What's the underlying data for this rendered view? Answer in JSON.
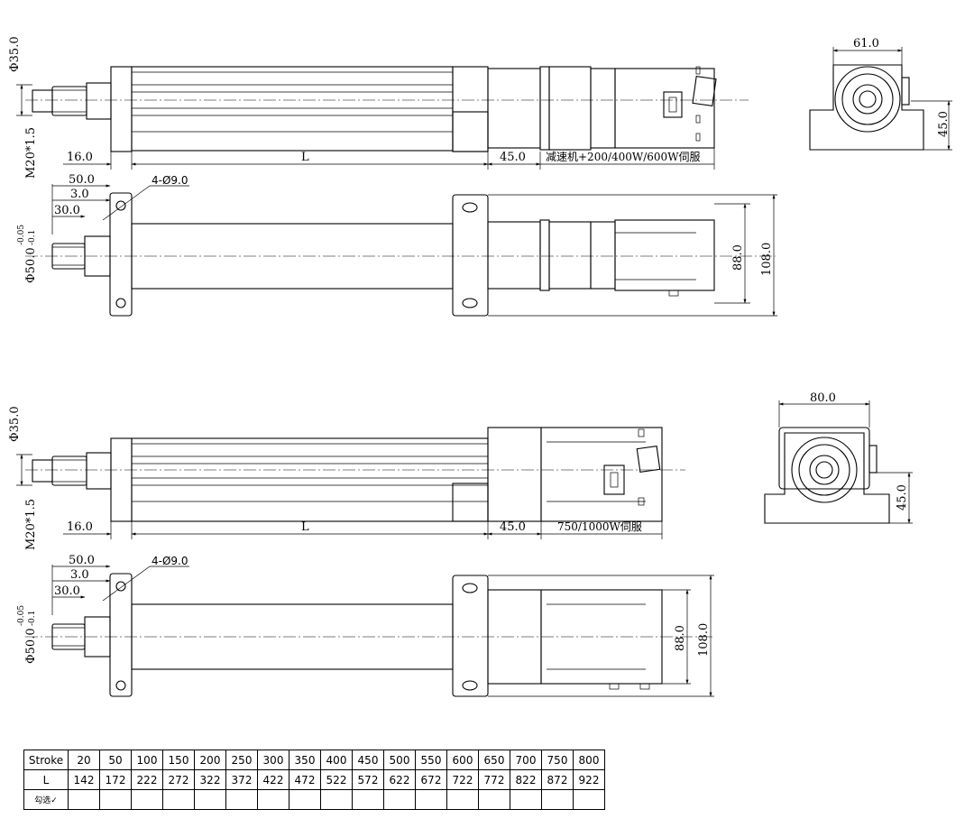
{
  "drawing_a": {
    "side_view": {
      "dia_shaft": "Φ35.0",
      "thread": "M20*1.5",
      "dim_16": "16.0",
      "dim_L": "L",
      "dim_45": "45.0",
      "motor_note": "减速机+200/400W/600W伺服"
    },
    "top_view": {
      "dim_50": "50.0",
      "dim_3": "3.0",
      "dim_30": "30.0",
      "holes": "4-Ø9.0",
      "dia_body": "Φ50.0",
      "tol_upper": "-0.05",
      "tol_lower": "-0.1",
      "dim_88": "88.0",
      "dim_108": "108.0"
    },
    "end_view": {
      "width": "61.0",
      "height": "45.0"
    }
  },
  "drawing_b": {
    "side_view": {
      "dia_shaft": "Φ35.0",
      "thread": "M20*1.5",
      "dim_16": "16.0",
      "dim_L": "L",
      "dim_45": "45.0",
      "motor_note": "750/1000W伺服"
    },
    "top_view": {
      "dim_50": "50.0",
      "dim_3": "3.0",
      "dim_30": "30.0",
      "holes": "4-Ø9.0",
      "dia_body": "Φ50.0",
      "tol_upper": "-0.05",
      "tol_lower": "-0.1",
      "dim_88": "88.0",
      "dim_108": "108.0"
    },
    "end_view": {
      "width": "80.0",
      "height": "45.0"
    }
  },
  "stroke_table": {
    "row_stroke_label": "Stroke",
    "row_L_label": "L",
    "row_check_label": "勾选✓",
    "strokes": [
      "20",
      "50",
      "100",
      "150",
      "200",
      "250",
      "300",
      "350",
      "400",
      "450",
      "500",
      "550",
      "600",
      "650",
      "700",
      "750",
      "800"
    ],
    "lengths": [
      "142",
      "172",
      "222",
      "272",
      "322",
      "372",
      "422",
      "472",
      "522",
      "572",
      "622",
      "672",
      "722",
      "772",
      "822",
      "872",
      "922"
    ]
  }
}
